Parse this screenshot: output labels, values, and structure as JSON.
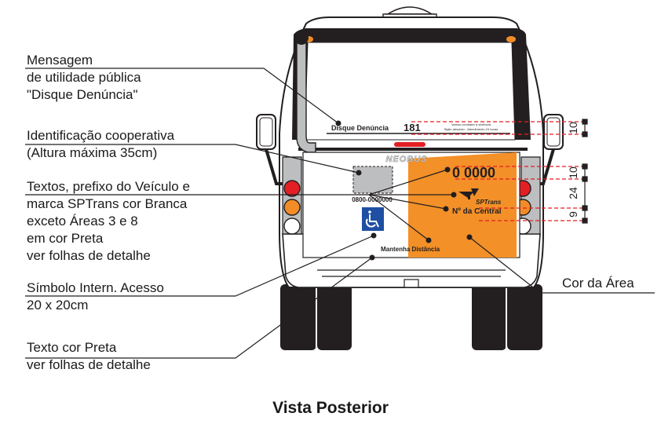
{
  "labels": {
    "mensagem": [
      "Mensagem",
      "de utilidade pública",
      "\"Disque Denúncia\""
    ],
    "identificacao": [
      "Identificação cooperativa",
      "(Altura máxima 35cm)"
    ],
    "textos": [
      "Textos,  prefixo do Veículo  e",
      "marca SPTrans cor Branca",
      "exceto Áreas 3 e 8",
      "em cor Preta",
      "ver folhas de detalhe"
    ],
    "simbolo": [
      "Símbolo Intern. Acesso",
      "20 x 20cm"
    ],
    "texto_preta": [
      "Texto cor Preta",
      "ver folhas de detalhe"
    ],
    "cor_area": "Cor da Área"
  },
  "bus": {
    "disque_label": "Disque Denúncia",
    "disque_number": "181",
    "disque_small_1": "Vamos combater a violência",
    "disque_small_2": "Sigilo absoluto - Atendimento 24 horas",
    "brand": "NEOBUS",
    "prefix": "0 0000",
    "phone": "0800-0000000",
    "sptrans": "SPTrans",
    "central": "Nº da Central",
    "mantenha": "Mantenha Distância"
  },
  "dimensions": [
    "10",
    "10",
    "24",
    "9"
  ],
  "caption": "Vista Posterior",
  "colors": {
    "area_orange": "#f39028",
    "lamp_red": "#e31e24",
    "lamp_orange": "#f28c28",
    "access_blue": "#1e4fa3",
    "dashed_red": "#e31e24",
    "outline": "#231f20",
    "gray_box": "#bcbec0"
  },
  "icons": [
    "wheelchair-icon"
  ]
}
